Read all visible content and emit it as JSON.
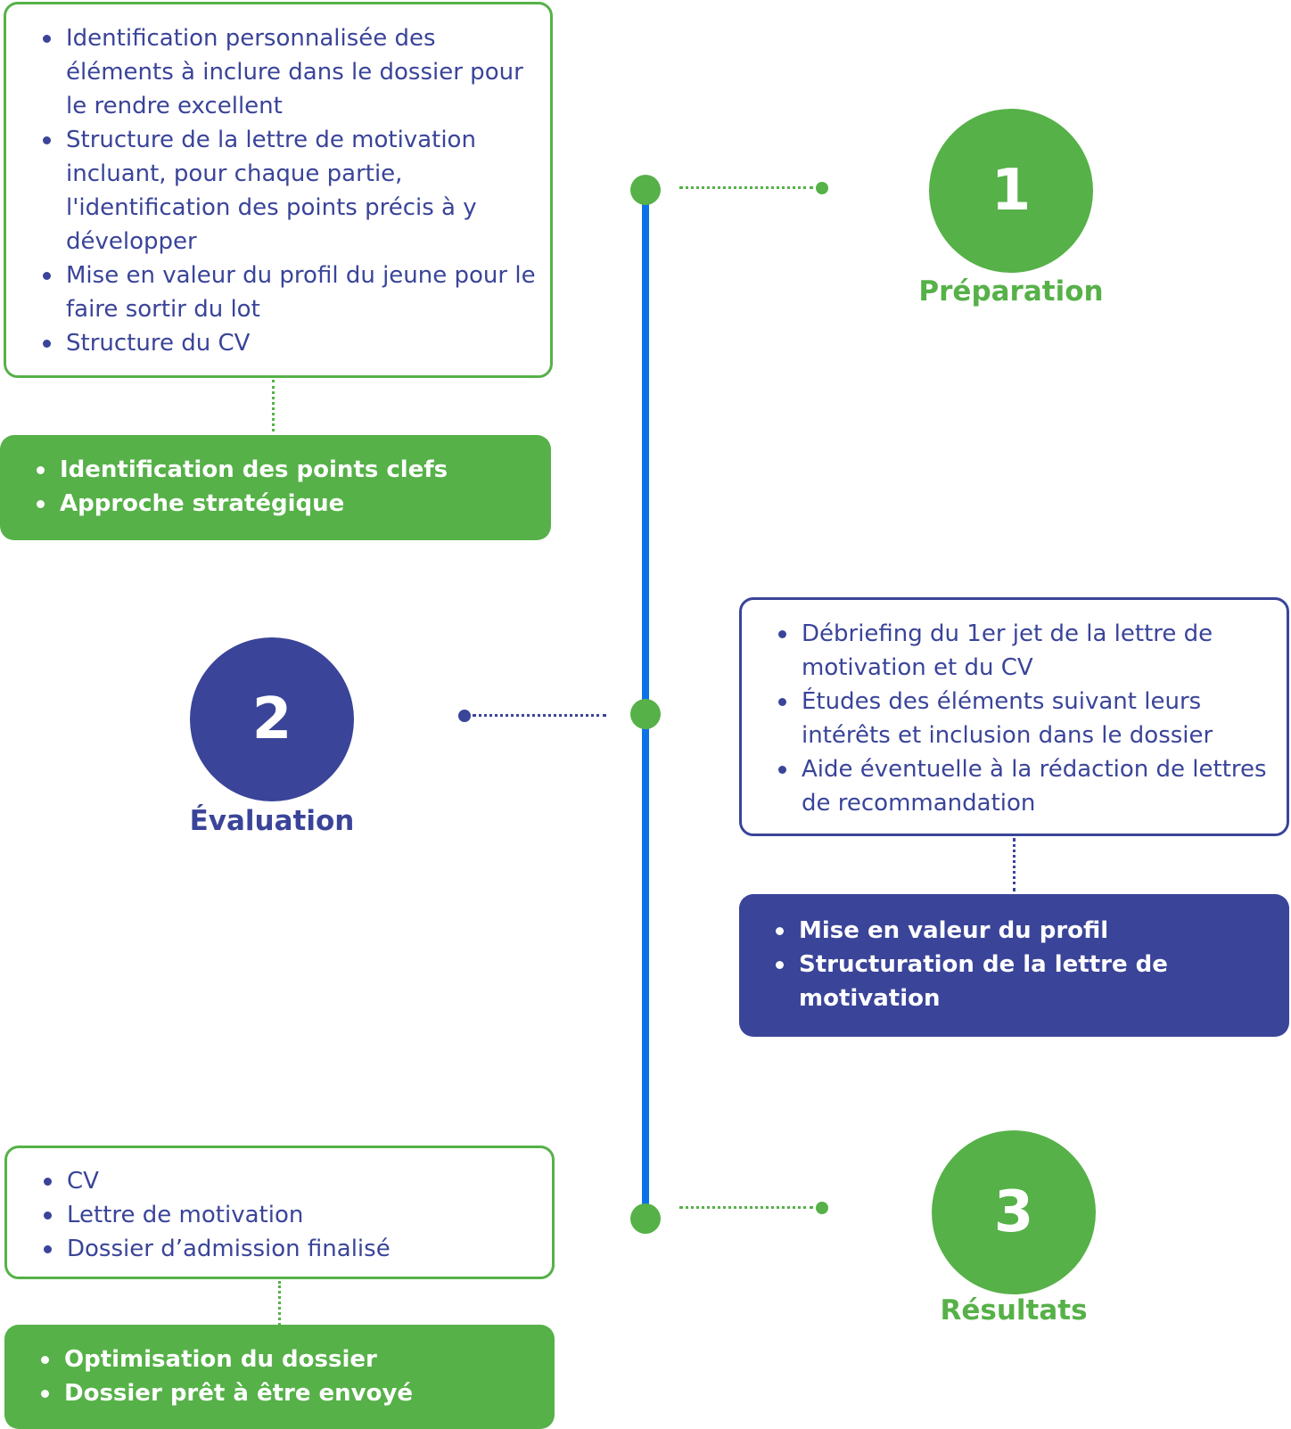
{
  "colors": {
    "green": "#56b148",
    "navy": "#3a4499",
    "timeline_blue": "#0b72e7"
  },
  "steps": [
    {
      "number": "1",
      "label": "Préparation",
      "details": [
        "Identification personnalisée des éléments à inclure dans le dossier pour le rendre excellent",
        "Structure de la lettre de motivation incluant, pour chaque partie, l'identification des points précis à y développer",
        "Mise en valeur du profil du jeune pour le faire sortir du lot",
        "Structure du CV"
      ],
      "highlights": [
        "Identification des points clefs",
        "Approche stratégique"
      ]
    },
    {
      "number": "2",
      "label": "Évaluation",
      "details": [
        "Débriefing du 1er jet de la lettre de motivation et du CV",
        "Études des éléments suivant leurs intérêts et inclusion dans le dossier",
        "Aide éventuelle à la rédaction de lettres de recommandation"
      ],
      "highlights": [
        "Mise en valeur du profil",
        "Structuration de la lettre de motivation"
      ]
    },
    {
      "number": "3",
      "label": "Résultats",
      "details": [
        "CV",
        "Lettre de motivation",
        "Dossier d’admission finalisé"
      ],
      "highlights": [
        "Optimisation du dossier",
        "Dossier prêt à être envoyé"
      ]
    }
  ]
}
